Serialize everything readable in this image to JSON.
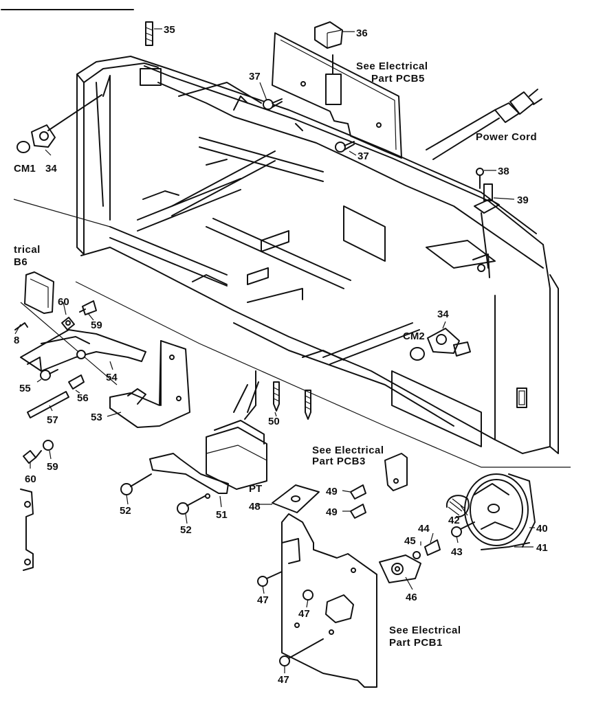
{
  "notes": {
    "pcb5_line1": "See Electrical",
    "pcb5_line2": "Part PCB5",
    "pcb3_line1": "See Electrical",
    "pcb3_line2": "Part PCB3",
    "pcb1_line1": "See Electrical",
    "pcb1_line2": "Part PCB1",
    "pcb6_line1": "trical",
    "pcb6_line2": "B6"
  },
  "component_labels": {
    "power_cord": "Power Cord",
    "cm1": "CM1",
    "cm2": "CM2",
    "pt": "PT"
  },
  "part_numbers": {
    "p35": "35",
    "p36": "36",
    "p37a": "37",
    "p37b": "37",
    "p34a": "34",
    "p34b": "34",
    "p38": "38",
    "p39": "39",
    "p60a": "60",
    "p60b": "60",
    "p59a": "59",
    "p59b": "59",
    "p58": "8",
    "p54": "54",
    "p55": "55",
    "p56": "56",
    "p57": "57",
    "p53": "53",
    "p50": "50",
    "p52a": "52",
    "p52b": "52",
    "p51": "51",
    "p48": "48",
    "p49a": "49",
    "p49b": "49",
    "p47a": "47",
    "p47b": "47",
    "p47c": "47",
    "p46": "46",
    "p45": "45",
    "p44": "44",
    "p43": "43",
    "p42": "42",
    "p40": "40",
    "p41": "41"
  }
}
